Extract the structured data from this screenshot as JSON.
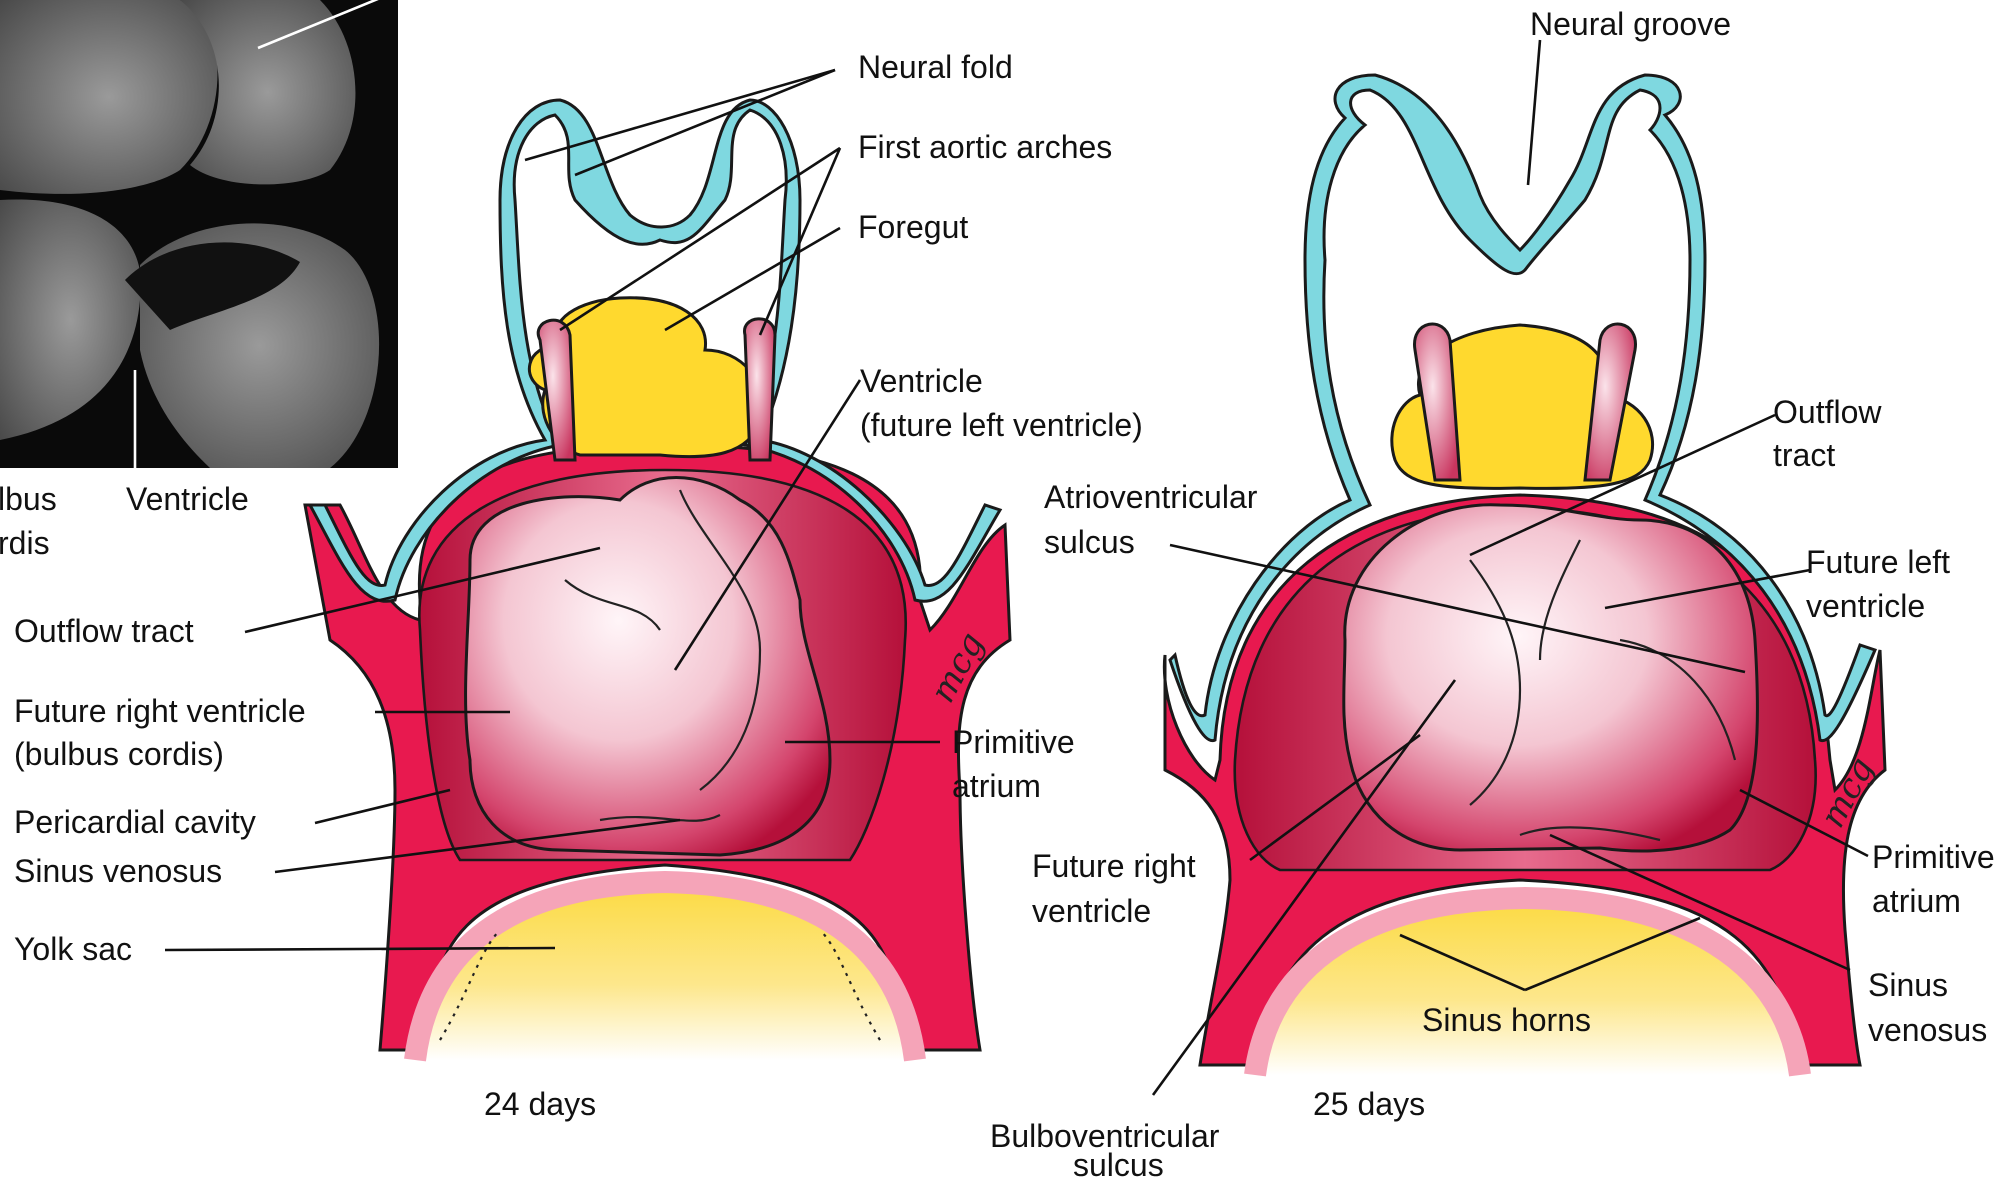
{
  "colors": {
    "neural_tube": "#7fd8e0",
    "mesoderm_red": "#e8194f",
    "heart_pink": "#f4c6d2",
    "heart_dark": "#b5103a",
    "foregut_yellow": "#ffd92e",
    "yolk_yellow": "#fde27a",
    "sem_background": "#0a0a0a"
  },
  "inset_sem": {
    "labels": {
      "bulbus_line1": "lbus",
      "bulbus_line2": "rdis",
      "ventricle": "Ventricle"
    }
  },
  "left_diagram": {
    "caption": "24 days",
    "signature": "mcg",
    "labels": {
      "neural_fold": "Neural fold",
      "first_aortic_arches": "First aortic arches",
      "foregut": "Foregut",
      "ventricle_line1": "Ventricle",
      "ventricle_line2": "(future left ventricle)",
      "outflow_tract": "Outflow tract",
      "future_rv_line1": "Future right ventricle",
      "future_rv_line2": "(bulbus cordis)",
      "pericardial_cavity": "Pericardial cavity",
      "sinus_venosus": "Sinus venosus",
      "yolk_sac": "Yolk sac",
      "primitive_atrium_line1": "Primitive",
      "primitive_atrium_line2": "atrium"
    }
  },
  "right_diagram": {
    "caption": "25 days",
    "signature": "mcg",
    "labels": {
      "neural_groove": "Neural groove",
      "outflow_tract_line1": "Outflow",
      "outflow_tract_line2": "tract",
      "av_sulcus_line1": "Atrioventricular",
      "av_sulcus_line2": "sulcus",
      "future_lv_line1": "Future left",
      "future_lv_line2": "ventricle",
      "future_rv_line1": "Future right",
      "future_rv_line2": "ventricle",
      "primitive_atrium_line1": "Primitive",
      "primitive_atrium_line2": "atrium",
      "sinus_venosus_line1": "Sinus",
      "sinus_venosus_line2": "venosus",
      "sinus_horns": "Sinus horns",
      "bulboventricular_line1": "Bulboventricular",
      "bulboventricular_line2": "sulcus"
    }
  }
}
